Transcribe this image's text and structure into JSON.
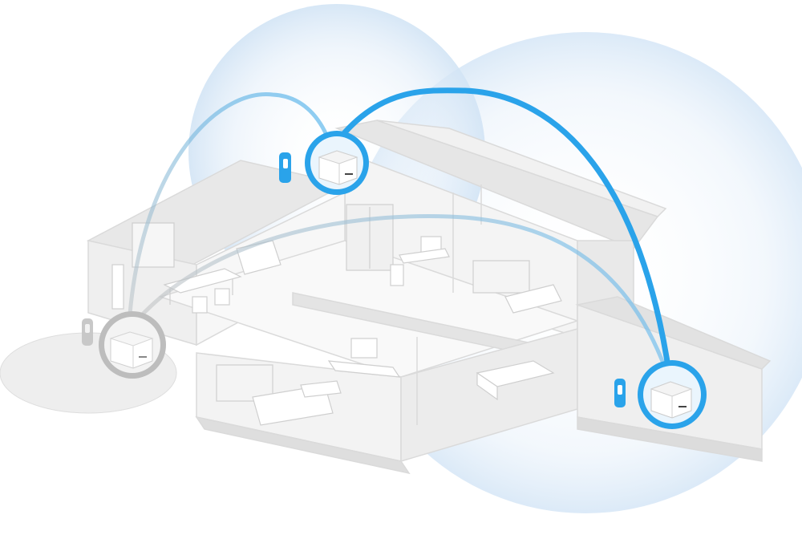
{
  "diagram": {
    "colors": {
      "accent": "#2aa3ea",
      "accent_light": "#8fcdf3",
      "coverage": "#dbeaf7",
      "house_wall": "#eeeeee",
      "house_shadow": "#dcdcdc",
      "node_offline": "#bdbdbd"
    },
    "nodes": [
      {
        "name": "mesh-node-upstairs",
        "state": "active",
        "icon": "router-icon"
      },
      {
        "name": "mesh-node-basement",
        "state": "active",
        "icon": "router-icon"
      },
      {
        "name": "mesh-node-garden",
        "state": "inactive",
        "icon": "router-icon"
      }
    ],
    "adapters": [
      {
        "name": "powerline-adapter-upstairs",
        "state": "active",
        "icon": "plug-icon"
      },
      {
        "name": "powerline-adapter-basement",
        "state": "active",
        "icon": "plug-icon"
      },
      {
        "name": "powerline-adapter-garden",
        "state": "inactive",
        "icon": "plug-icon"
      }
    ]
  }
}
